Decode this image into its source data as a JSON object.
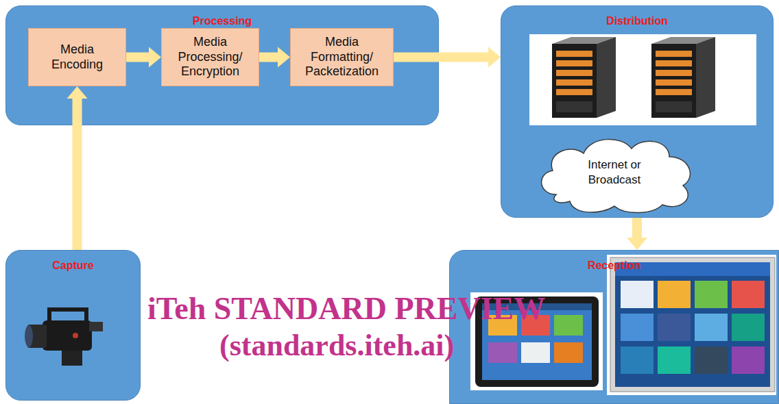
{
  "diagram": {
    "nodes": [
      {
        "text": [
          "Processing"
        ]
      },
      {
        "text": [
          "Media Encoding"
        ],
        "in": 0
      },
      {
        "text": [
          "Media Processing/ Encryption"
        ],
        "in": 0
      },
      {
        "text": [
          "Media Formatting/ Packetization"
        ],
        "in": 0
      },
      {
        "text": [
          "Distribution"
        ]
      },
      {
        "text": [
          "Internet or Broadcast"
        ],
        "in": 4
      },
      {
        "text": [
          "Capture"
        ]
      },
      {
        "text": [
          "Reception"
        ]
      }
    ],
    "edges": [
      {
        "from": 6,
        "to": 1,
        "arrow": "to"
      },
      {
        "from": 1,
        "to": 2,
        "arrow": "to"
      },
      {
        "from": 2,
        "to": 3,
        "arrow": "to"
      },
      {
        "from": 3,
        "to": 4,
        "arrow": "to"
      },
      {
        "from": 4,
        "to": 7,
        "arrow": "to"
      }
    ],
    "labels": [
      "iTeh STANDARD PREVIEW",
      "(standards.iteh.ai)"
    ]
  }
}
